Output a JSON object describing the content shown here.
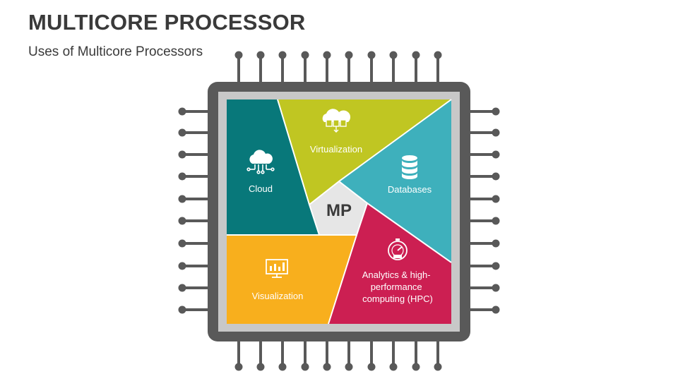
{
  "header": {
    "title": "MULTICORE PROCESSOR",
    "subtitle": "Uses of Multicore Processors"
  },
  "center": {
    "label": "MP"
  },
  "segments": [
    {
      "label": "Cloud",
      "color": "#08787a",
      "icon": "cloud-network-icon"
    },
    {
      "label": "Virtualization",
      "color": "#c0c622",
      "icon": "cloud-servers-icon"
    },
    {
      "label": "Databases",
      "color": "#3eb0bc",
      "icon": "database-icon"
    },
    {
      "label": "Analytics & high-performance computing (HPC)",
      "label_lines": [
        "Analytics & high-",
        "performance",
        "computing (HPC)"
      ],
      "color": "#cc1f52",
      "icon": "speedometer-icon"
    },
    {
      "label": "Visualization",
      "color": "#f8af1d",
      "icon": "monitor-chart-icon"
    }
  ],
  "colors": {
    "chip_body": "#595959",
    "chip_frame": "#c8c8c8",
    "center": "#e6e6e6",
    "text_dark": "#3a3a3a"
  }
}
